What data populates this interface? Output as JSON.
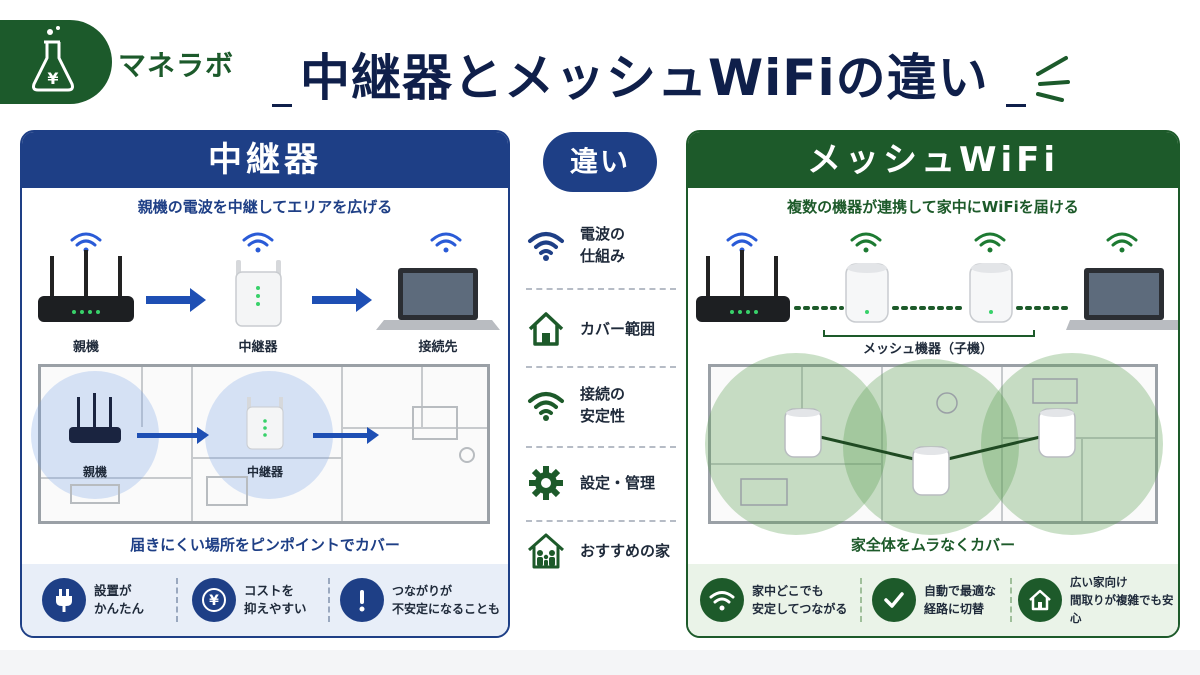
{
  "brand": "マネラボ",
  "title": "中継器とメッシュWiFiの違い",
  "badge": "違い",
  "left": {
    "heading": "中継器",
    "subtitle": "親機の電波を中継してエリアを広げる",
    "devices": [
      "親機",
      "中継器",
      "接続先"
    ],
    "plan_labels": [
      "親機",
      "中継器"
    ],
    "caption": "届きにくい場所をピンポイントでカバー",
    "features": [
      {
        "icon": "plug-icon",
        "text": "設置が\nかんたん"
      },
      {
        "icon": "yen-icon",
        "text": "コストを\n抑えやすい"
      },
      {
        "icon": "exclamation-icon",
        "text": "つながりが\n不安定になることも"
      }
    ]
  },
  "right": {
    "heading": "メッシュWiFi",
    "subtitle": "複数の機器が連携して家中にWiFiを届ける",
    "mesh_label": "メッシュ機器（子機）",
    "caption": "家全体をムラなくカバー",
    "features": [
      {
        "icon": "wifi-icon",
        "text": "家中どこでも\n安定してつながる"
      },
      {
        "icon": "check-icon",
        "text": "自動で最適な\n経路に切替"
      },
      {
        "icon": "house-icon",
        "text": "広い家向け\n間取りが複雑でも安心"
      }
    ]
  },
  "comparisons": [
    {
      "icon": "wifi-icon",
      "label": "電波の\n仕組み"
    },
    {
      "icon": "house-icon",
      "label": "カバー範囲"
    },
    {
      "icon": "wifi-icon",
      "label": "接続の\n安定性"
    },
    {
      "icon": "gear-icon",
      "label": "設定・管理"
    },
    {
      "icon": "family-icon",
      "label": "おすすめの家"
    }
  ],
  "colors": {
    "navy": "#1e3f86",
    "green": "#1d5a2a",
    "title": "#0f1f4a"
  }
}
